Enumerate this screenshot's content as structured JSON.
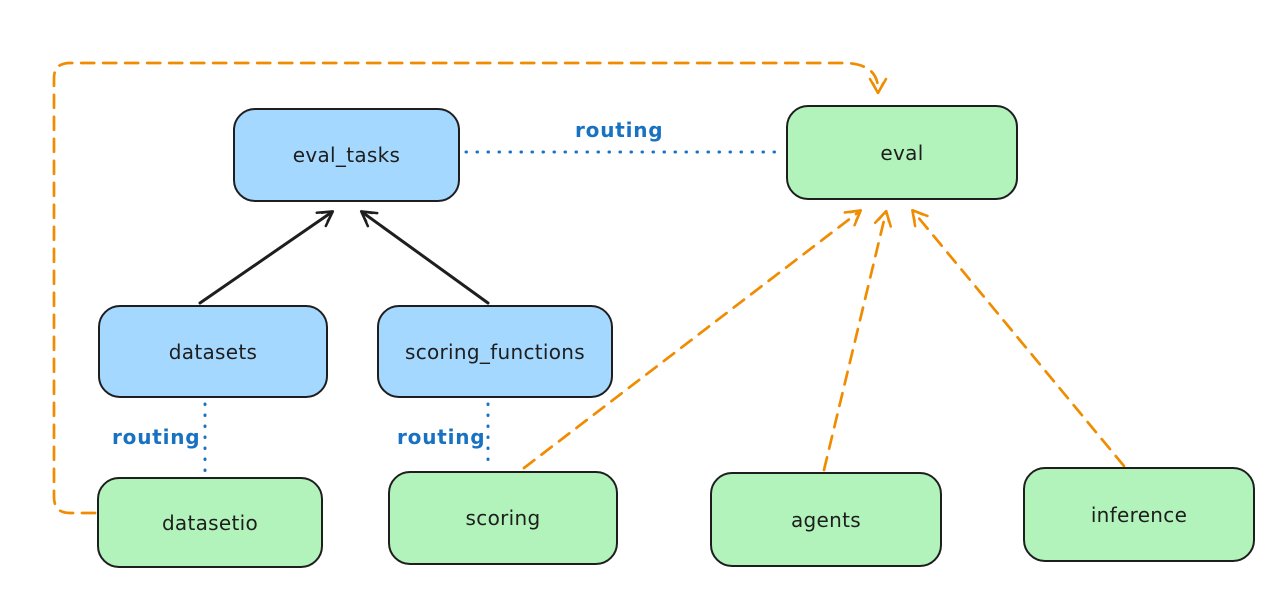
{
  "diagram": {
    "nodes": [
      {
        "id": "eval_tasks",
        "label": "eval_tasks",
        "color": "#a5d8ff"
      },
      {
        "id": "eval",
        "label": "eval",
        "color": "#b2f2bb"
      },
      {
        "id": "datasets",
        "label": "datasets",
        "color": "#a5d8ff"
      },
      {
        "id": "scoring_functions",
        "label": "scoring_functions",
        "color": "#a5d8ff"
      },
      {
        "id": "datasetio",
        "label": "datasetio",
        "color": "#b2f2bb"
      },
      {
        "id": "scoring",
        "label": "scoring",
        "color": "#b2f2bb"
      },
      {
        "id": "agents",
        "label": "agents",
        "color": "#b2f2bb"
      },
      {
        "id": "inference",
        "label": "inference",
        "color": "#b2f2bb"
      }
    ],
    "edges": [
      {
        "from": "datasets",
        "to": "eval_tasks",
        "style": "solid-black-arrow",
        "label": ""
      },
      {
        "from": "scoring_functions",
        "to": "eval_tasks",
        "style": "solid-black-arrow",
        "label": ""
      },
      {
        "from": "eval_tasks",
        "to": "eval",
        "style": "dotted-blue",
        "label": "routing"
      },
      {
        "from": "datasets",
        "to": "datasetio",
        "style": "dotted-blue",
        "label": "routing"
      },
      {
        "from": "scoring_functions",
        "to": "scoring",
        "style": "dotted-blue",
        "label": "routing"
      },
      {
        "from": "datasetio",
        "to": "eval",
        "style": "dashed-orange-arrow",
        "label": ""
      },
      {
        "from": "scoring",
        "to": "eval",
        "style": "dashed-orange-arrow",
        "label": ""
      },
      {
        "from": "agents",
        "to": "eval",
        "style": "dashed-orange-arrow",
        "label": ""
      },
      {
        "from": "inference",
        "to": "eval",
        "style": "dashed-orange-arrow",
        "label": ""
      }
    ],
    "colors": {
      "node_blue_fill": "#a5d8ff",
      "node_green_fill": "#b2f2bb",
      "node_stroke": "#1e1e1e",
      "routing_blue": "#1971c2",
      "arrow_orange": "#f08c00",
      "background": "#ffffff"
    }
  }
}
